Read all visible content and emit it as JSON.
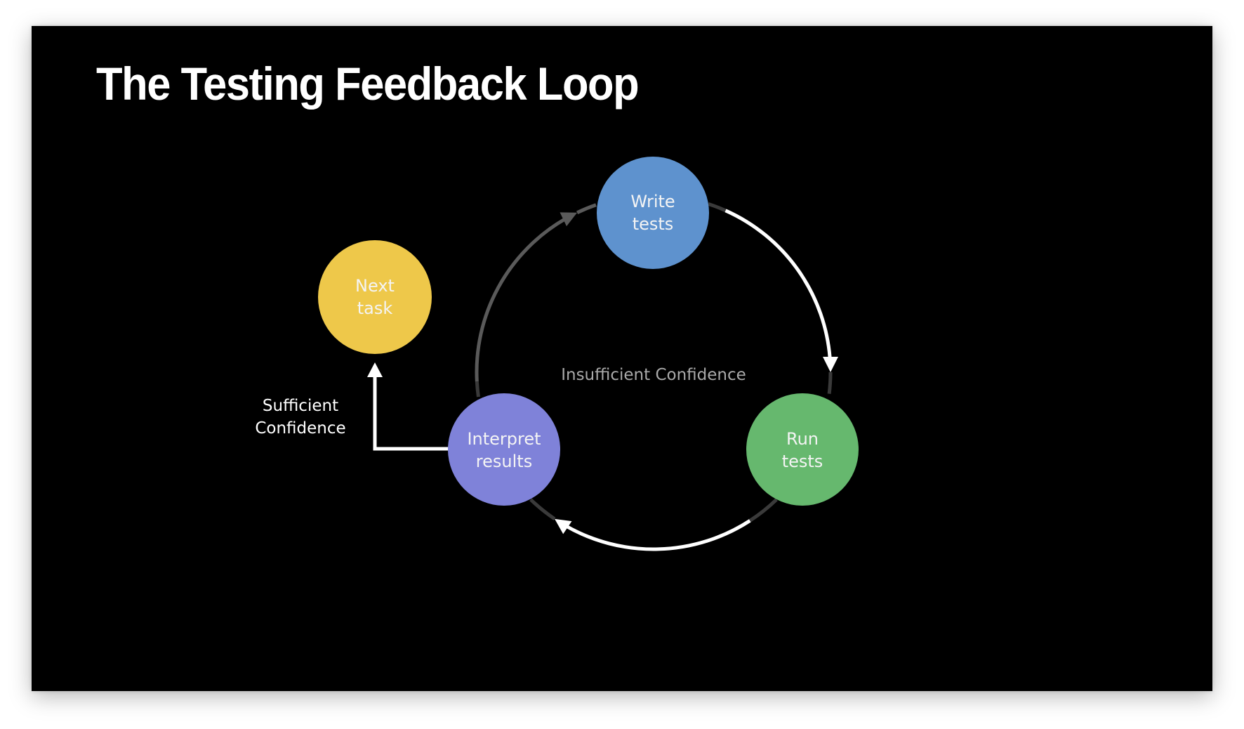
{
  "slide": {
    "title": "The Testing Feedback Loop",
    "background": "#000000"
  },
  "diagram": {
    "nodes": [
      {
        "id": "write-tests",
        "lines": [
          "Write",
          "tests"
        ],
        "color": "#5E92CE"
      },
      {
        "id": "run-tests",
        "lines": [
          "Run",
          "tests"
        ],
        "color": "#66B86E"
      },
      {
        "id": "interpret-results",
        "lines": [
          "Interpret",
          "results"
        ],
        "color": "#7F82D9"
      },
      {
        "id": "next-task",
        "lines": [
          "Next",
          "task"
        ],
        "color": "#EEC84A"
      }
    ],
    "loop_label": "Insufficient Confidence",
    "exit_label": [
      "Sufficient",
      "Confidence"
    ],
    "edges": [
      {
        "from": "write-tests",
        "to": "run-tests",
        "color": "#ffffff"
      },
      {
        "from": "run-tests",
        "to": "interpret-results",
        "color": "#ffffff"
      },
      {
        "from": "interpret-results",
        "to": "write-tests",
        "color": "#5a5a5a"
      },
      {
        "from": "interpret-results",
        "to": "next-task",
        "color": "#ffffff"
      }
    ],
    "connector_color": "#3a3a3a"
  }
}
